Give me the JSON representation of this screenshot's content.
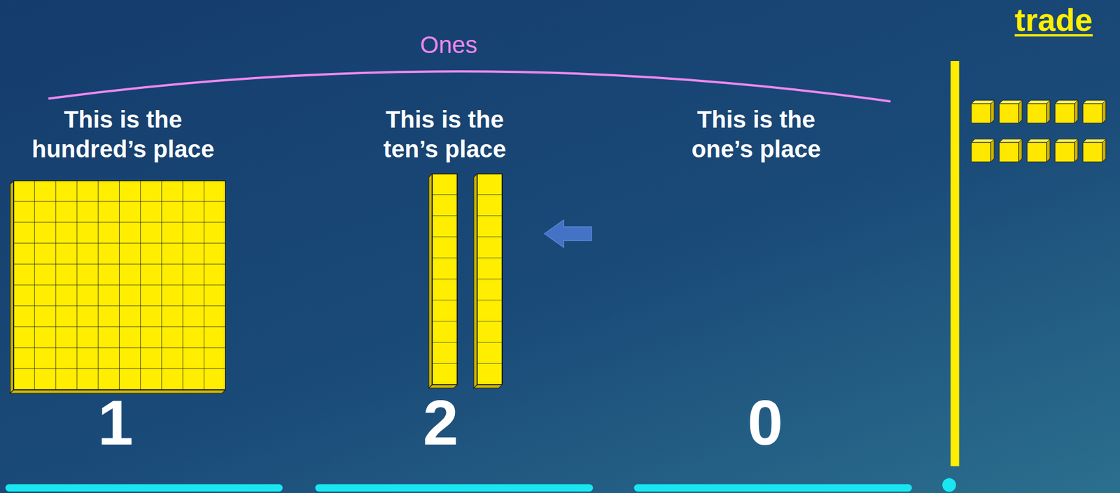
{
  "diagram": {
    "title": "trade",
    "labels": [
      "Ones",
      "This is the hundred’s place",
      "This is the ten’s place",
      "This is the one’s place",
      "1",
      "2",
      "0"
    ]
  }
}
